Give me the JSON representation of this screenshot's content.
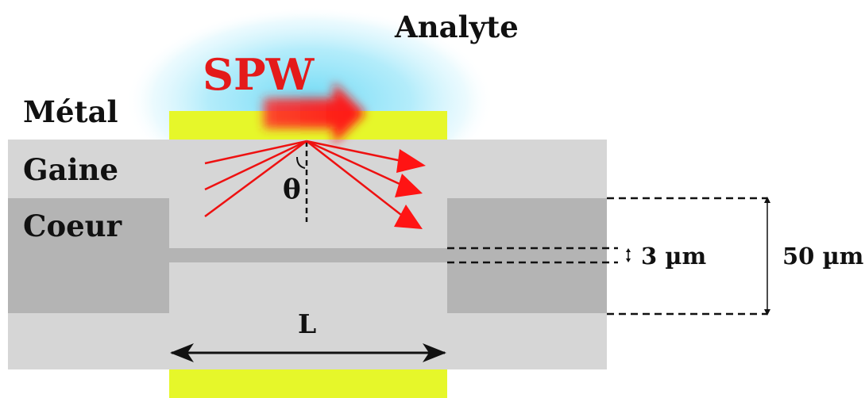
{
  "labels": {
    "analyte": "Analyte",
    "spw": "SPW",
    "metal": "Métal",
    "cladding": "Gaine",
    "core": "Coeur",
    "theta": "θ",
    "core_thickness": "3 µm",
    "cladding_thickness": "50 µm",
    "length": "L"
  },
  "colors": {
    "background": "#ffffff",
    "cladding": "#d6d6d6",
    "core": "#b4b4b4",
    "metal": "#e6f72a",
    "analyte_glow": "#7ee0f7",
    "spw_text": "#e41a1a",
    "spw_arrow": "#ff1a1a",
    "rays": "#ee1111",
    "text": "#111111"
  }
}
